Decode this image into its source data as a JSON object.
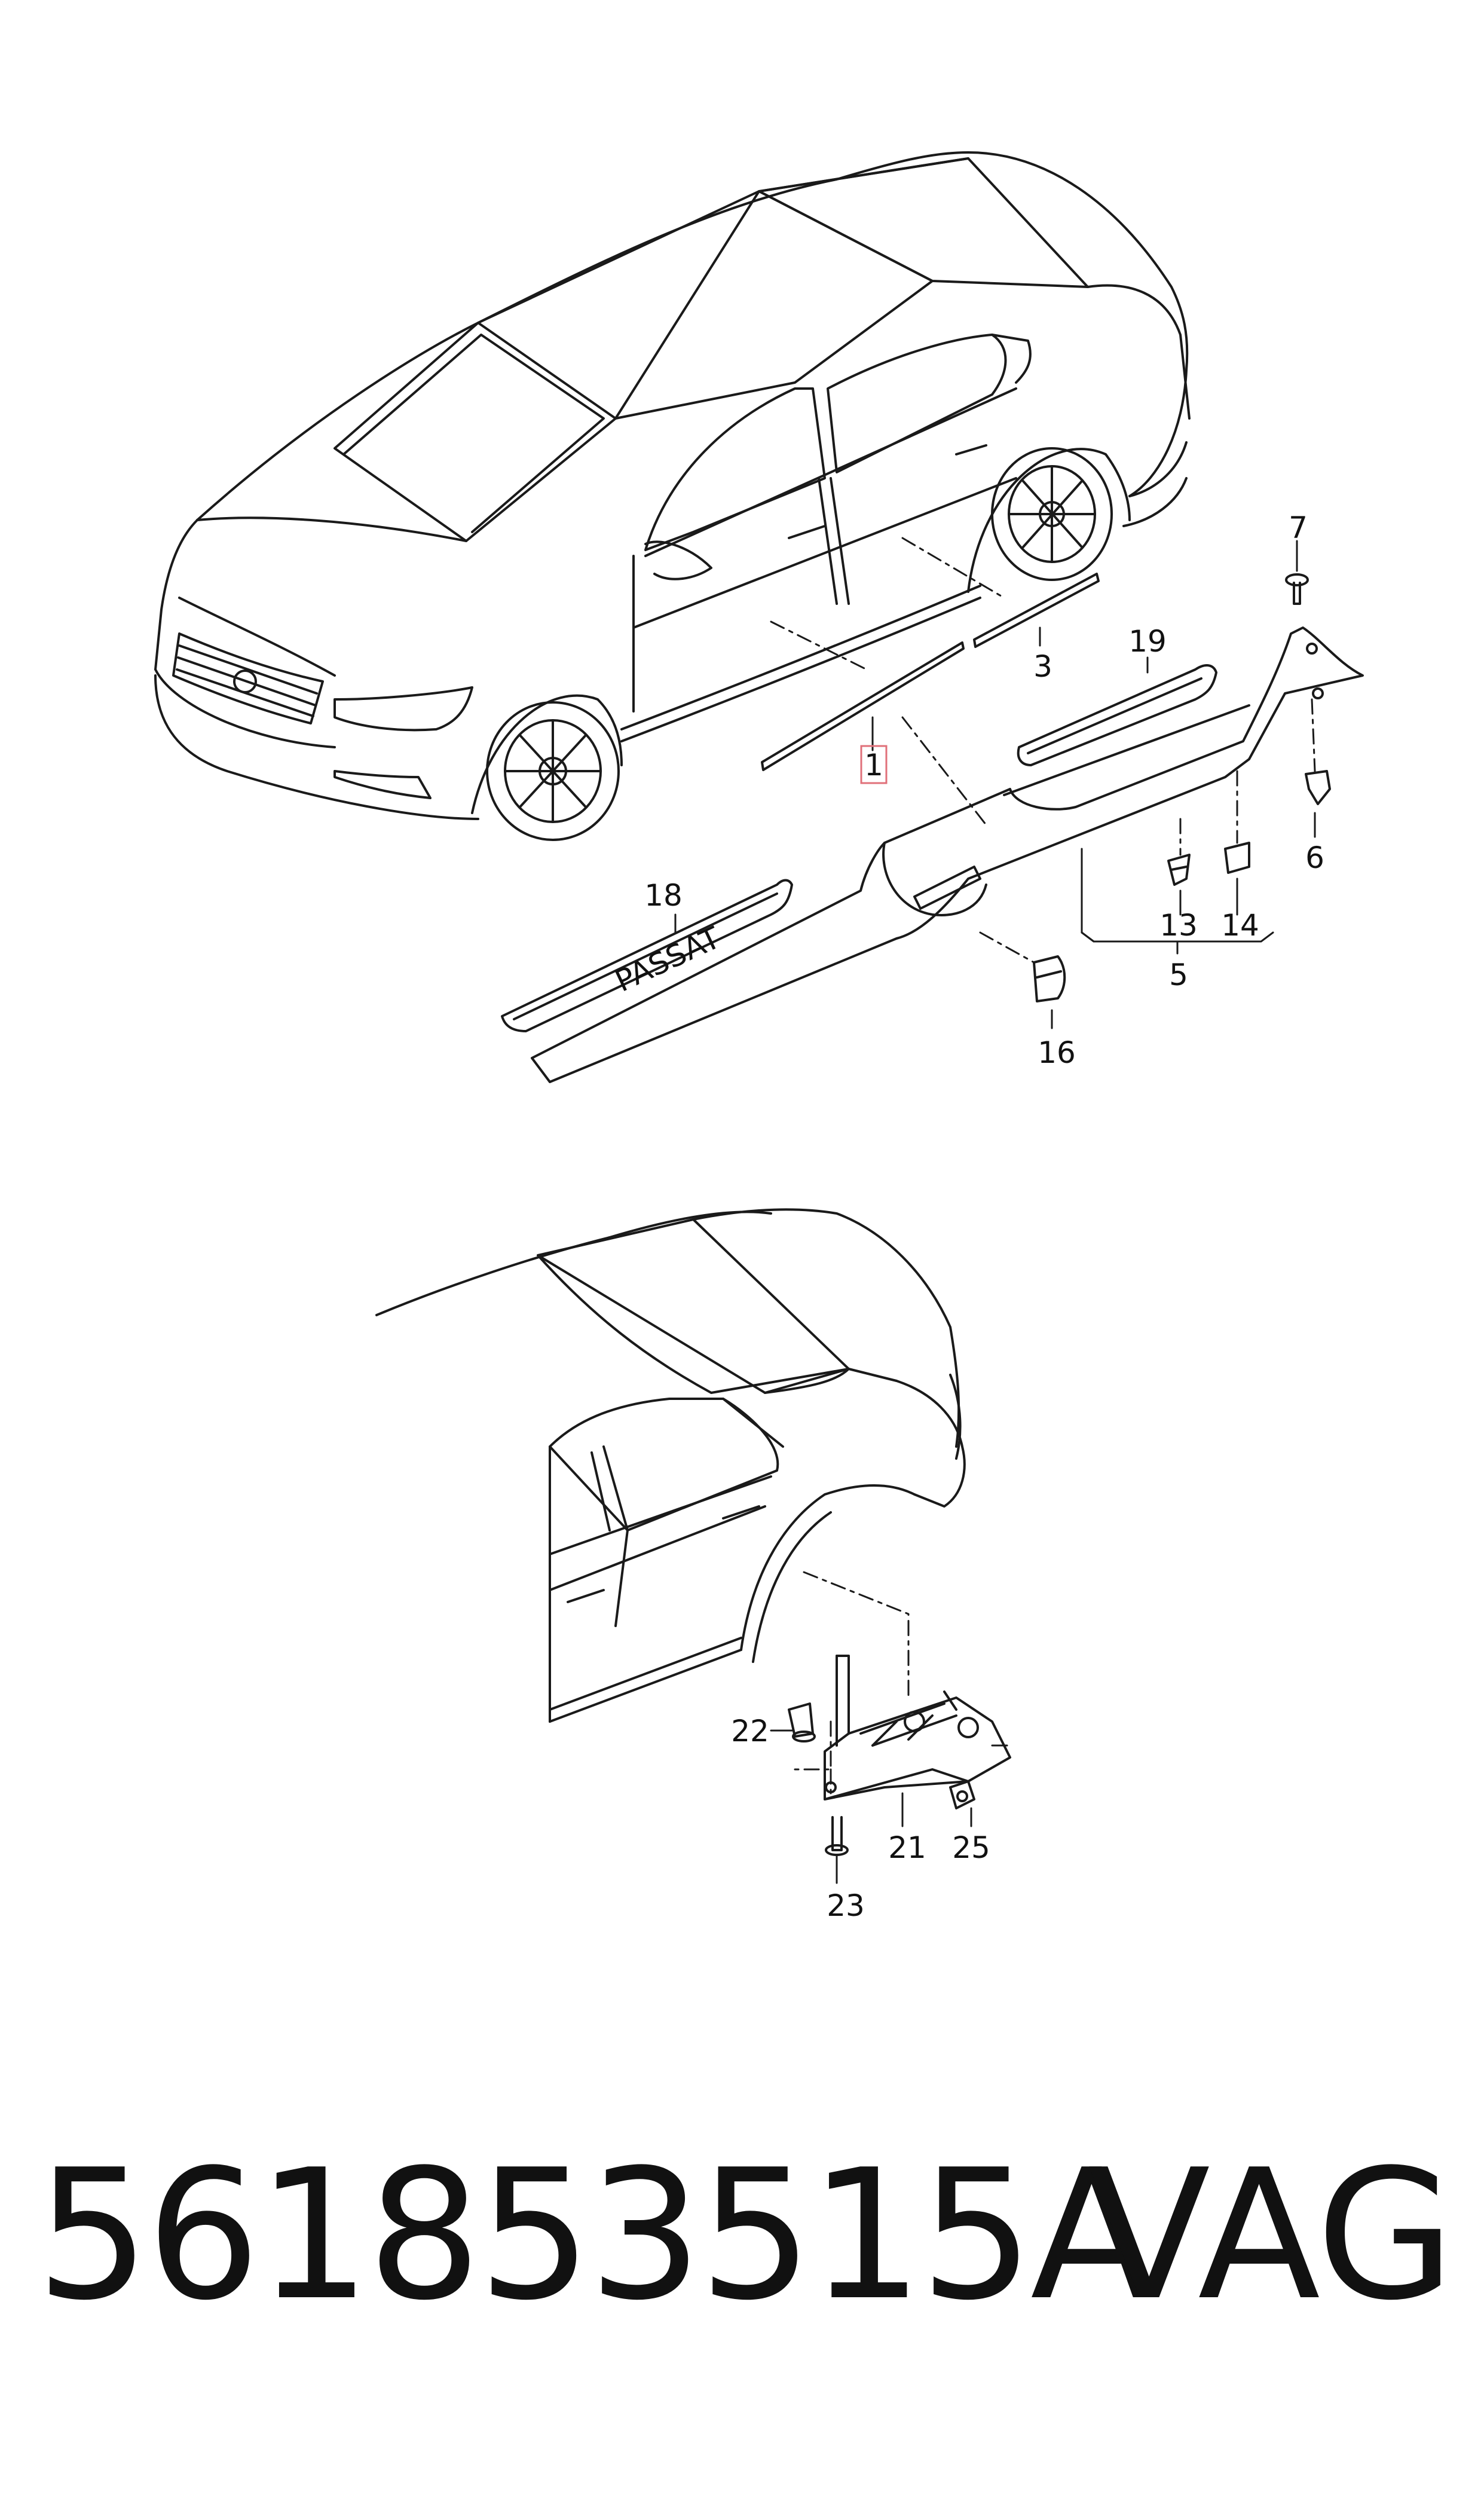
{
  "callouts": {
    "c1": "1",
    "c3": "3",
    "c5": "5",
    "c6": "6",
    "c7": "7",
    "c13": "13",
    "c14": "14",
    "c16": "16",
    "c18": "18",
    "c19": "19",
    "c21": "21",
    "c22": "22",
    "c23": "23",
    "c25": "25"
  },
  "sill_emblem": "PASSAT",
  "highlight_color": "#e0707a",
  "part_number": "561853515A",
  "brand": "VAG"
}
